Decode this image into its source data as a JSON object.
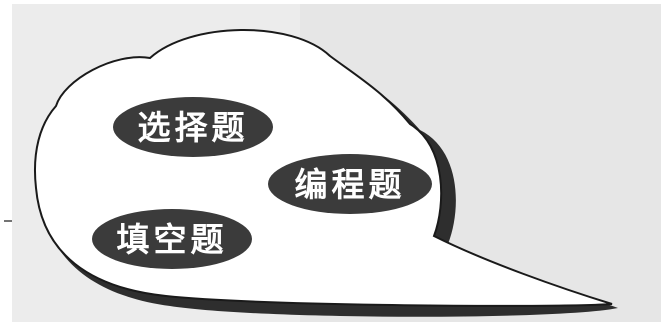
{
  "labels": {
    "choice": "选择题",
    "programming": "编程题",
    "fill_blank": "填空题"
  },
  "colors": {
    "page_background": "#ffffff",
    "paper_gray": "#ececec",
    "cloud_fill": "#ffffff",
    "cloud_shadow": "#3a3a3a",
    "pill_fill": "#3b3b3b",
    "pill_text": "#ffffff"
  }
}
